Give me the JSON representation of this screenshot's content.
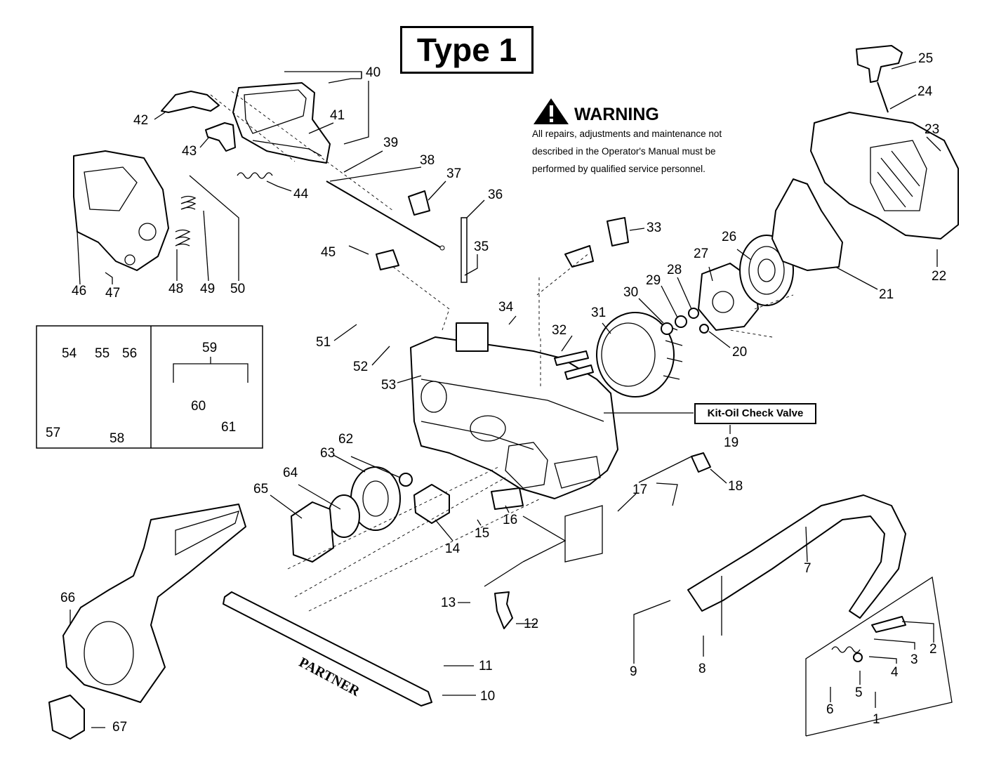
{
  "title": "Type 1",
  "warning": {
    "heading": "WARNING",
    "icon": "warning-triangle-icon",
    "lines": [
      "All repairs, adjustments and maintenance not",
      "described in the Operator's Manual must be",
      "performed by qualified  service personnel."
    ]
  },
  "kit_label": "Kit-Oil Check Valve",
  "bar_brand": "PARTNER",
  "part_numbers": [
    "1",
    "2",
    "3",
    "4",
    "5",
    "6",
    "7",
    "8",
    "9",
    "10",
    "11",
    "12",
    "13",
    "14",
    "15",
    "16",
    "17",
    "18",
    "19",
    "20",
    "21",
    "22",
    "23",
    "24",
    "25",
    "26",
    "27",
    "28",
    "29",
    "30",
    "31",
    "32",
    "33",
    "34",
    "35",
    "36",
    "37",
    "38",
    "39",
    "40",
    "41",
    "42",
    "43",
    "44",
    "45",
    "46",
    "47",
    "48",
    "49",
    "50",
    "51",
    "52",
    "53",
    "54",
    "55",
    "56",
    "57",
    "58",
    "59",
    "60",
    "61",
    "62",
    "63",
    "64",
    "65",
    "66",
    "67"
  ]
}
